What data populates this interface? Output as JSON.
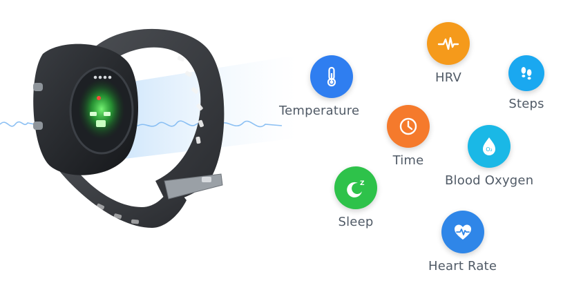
{
  "features": {
    "temperature": {
      "label": "Temperature",
      "icon": "thermometer-icon",
      "color": "#2f7ef0"
    },
    "hrv": {
      "label": "HRV",
      "icon": "hrv-wave-icon",
      "color": "#f59a1b"
    },
    "steps": {
      "label": "Steps",
      "icon": "footprints-icon",
      "color": "#1aa8f0"
    },
    "time": {
      "label": "Time",
      "icon": "clock-icon",
      "color": "#f57a2c"
    },
    "oxygen": {
      "label": "Blood Oxygen",
      "icon": "water-drop-o2-icon",
      "color": "#1ab8e6",
      "badge_text": "O₂"
    },
    "sleep": {
      "label": "Sleep",
      "icon": "moon-z-icon",
      "color": "#2ec24a",
      "badge_text": "Z"
    },
    "heart": {
      "label": "Heart Rate",
      "icon": "heart-pulse-icon",
      "color": "#2f86e8"
    }
  }
}
